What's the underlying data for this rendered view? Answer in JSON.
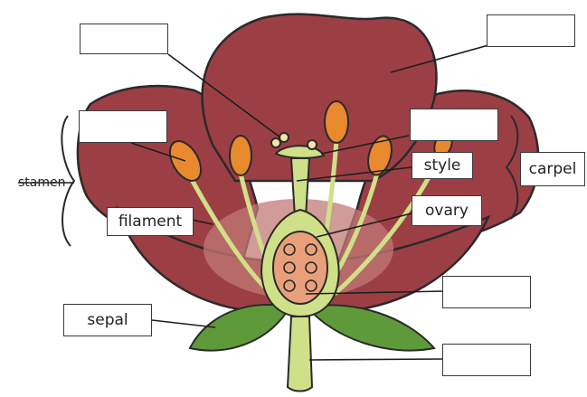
{
  "diagram": {
    "labels": {
      "stamen": "stamen",
      "filament": "filament",
      "style": "style",
      "carpel": "carpel",
      "ovary": "ovary",
      "sepal": "sepal"
    },
    "blank_boxes": [
      "",
      "",
      "",
      "",
      "",
      ""
    ]
  },
  "colors": {
    "petal": "#9c3f45",
    "petal_outline": "#2a2a2a",
    "anther": "#e9892d",
    "stem_green": "#cfe089",
    "sepal_green": "#5e9a3a",
    "ovary_fill": "#e9a07a"
  }
}
